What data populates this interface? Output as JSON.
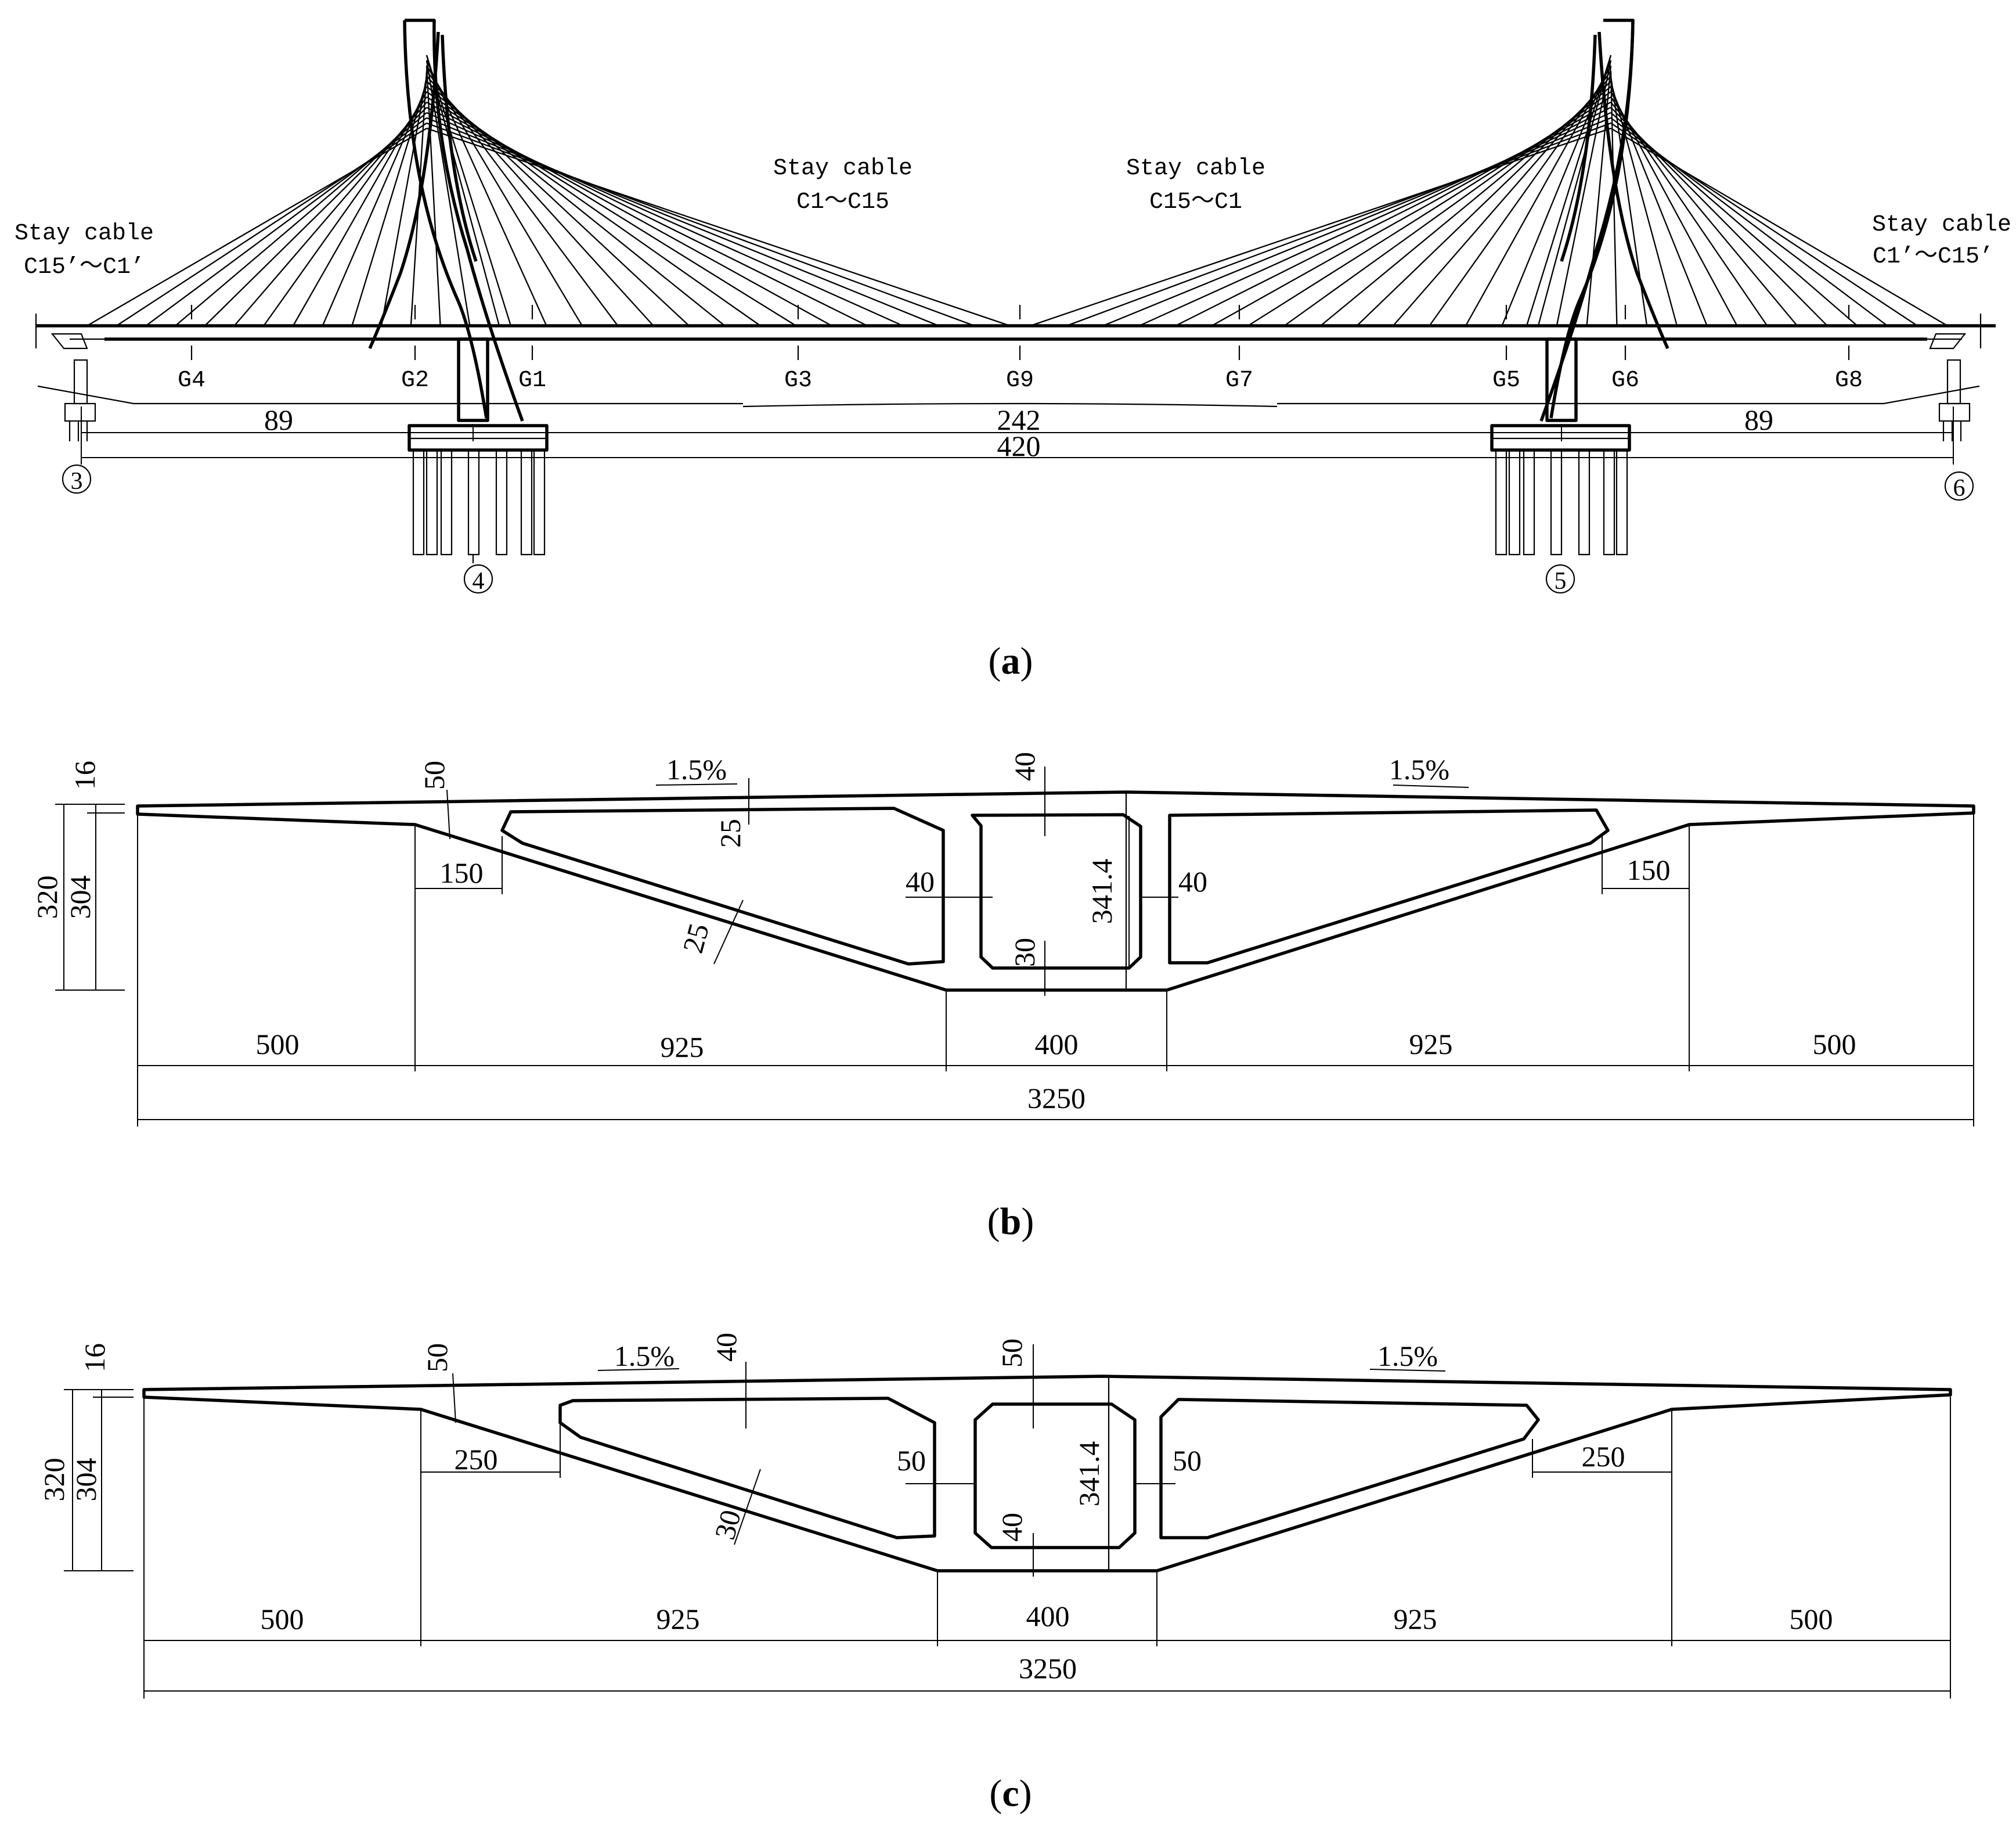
{
  "figure_a": {
    "caption_open": "(",
    "caption_letter": "a",
    "caption_close": ")",
    "cable_labels": [
      {
        "line1": "Stay cable",
        "line2": "C15’～C1’"
      },
      {
        "line1": "Stay cable",
        "line2": "C1～C15"
      },
      {
        "line1": "Stay cable",
        "line2": "C15～C1"
      },
      {
        "line1": "Stay cable",
        "line2": "C1’～C15’"
      }
    ],
    "sections": [
      "G4",
      "G2",
      "G1",
      "G3",
      "G9",
      "G7",
      "G5",
      "G6",
      "G8"
    ],
    "spans": {
      "side_left": "89",
      "main": "242",
      "side_right": "89",
      "total": "420"
    },
    "piers": [
      "3",
      "4",
      "5",
      "6"
    ]
  },
  "figure_b": {
    "caption_open": "(",
    "caption_letter": "b",
    "caption_close": ")",
    "dims": {
      "total_width": "3250",
      "cantilever_left": "500",
      "bottom_left": "925",
      "center": "400",
      "bottom_right": "925",
      "cantilever_right": "500",
      "height_total": "320",
      "height_web": "304",
      "flange_tip": "16",
      "slope_left": "1.5%",
      "slope_right": "1.5%",
      "top_slab": "40",
      "top_slab_side": "25",
      "bottom_slab": "30",
      "web_inclined": "25",
      "web_left": "40",
      "web_right": "40",
      "cell_height": "341.4",
      "haunch_left": "150",
      "haunch_right": "150",
      "flange_root": "50"
    }
  },
  "figure_c": {
    "caption_open": "(",
    "caption_letter": "c",
    "caption_close": ")",
    "dims": {
      "total_width": "3250",
      "cantilever_left": "500",
      "bottom_left": "925",
      "center": "400",
      "bottom_right": "925",
      "cantilever_right": "500",
      "height_total": "320",
      "height_web": "304",
      "flange_tip": "16",
      "slope_left": "1.5%",
      "slope_right": "1.5%",
      "top_slab": "50",
      "top_slab_side": "40",
      "bottom_slab": "40",
      "web_inclined": "30",
      "web_left": "50",
      "web_right": "50",
      "cell_height": "341.4",
      "haunch_left": "250",
      "haunch_right": "250",
      "flange_root": "50"
    }
  }
}
